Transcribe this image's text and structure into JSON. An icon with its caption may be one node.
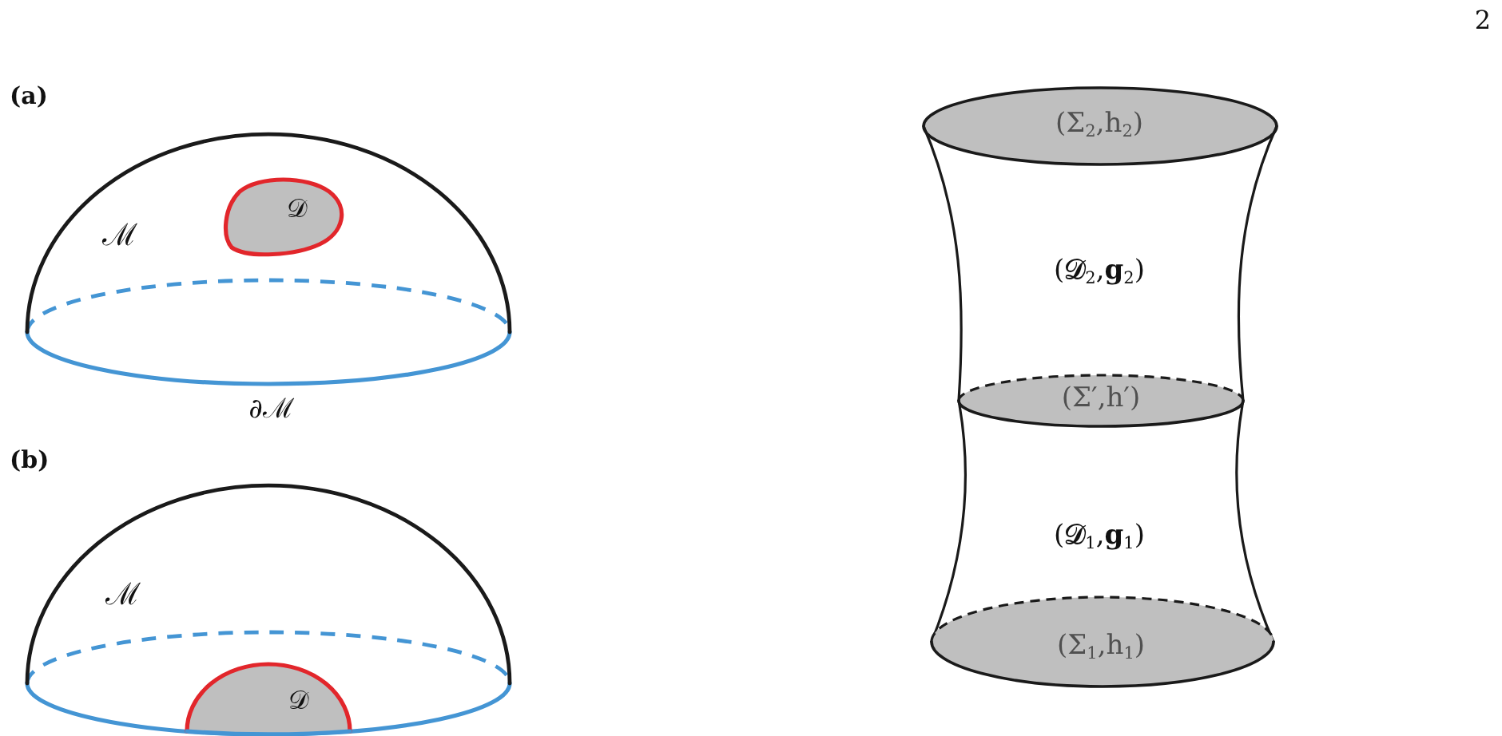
{
  "diagram": {
    "nodes": [
      {
        "text": [
          "ℳ"
        ],
        "beside": [
          "∂ℳ"
        ]
      },
      {
        "text": [
          "𝒟"
        ],
        "in": 0
      },
      {
        "text": [
          "ℳ"
        ]
      },
      {
        "text": [
          "𝒟"
        ],
        "in": 2
      },
      {
        "text": [
          "(Σ$_{2}$,h$_{2}$)"
        ]
      },
      {
        "text": [
          "(𝓓$_{2}$,**g**$_{2}$)"
        ]
      },
      {
        "text": [
          "(Σ′,h′)"
        ]
      },
      {
        "text": [
          "(𝓓$_{1}$,**g**$_{1}$)"
        ]
      },
      {
        "text": [
          "(Σ$_{1}$,h$_{1}$)"
        ]
      }
    ],
    "labels": [
      "2",
      "(a)",
      "(b)"
    ]
  }
}
